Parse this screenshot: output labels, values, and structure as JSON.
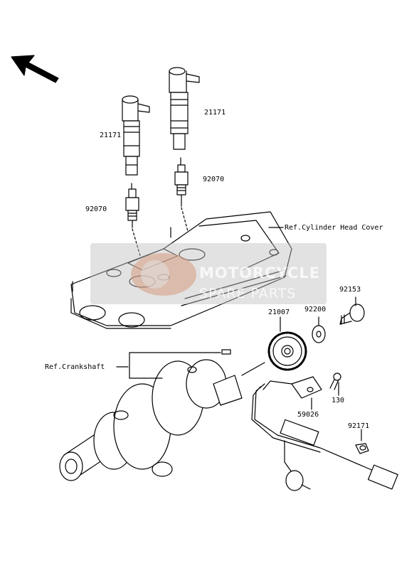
{
  "labels": {
    "coil_left": "21171",
    "coil_right": "21171",
    "plug_right": "92070",
    "plug_left": "92070",
    "ref_head_cover": "Ref.Cylinder Head Cover",
    "bolt": "92153",
    "timing_rotor": "21007",
    "washer": "92200",
    "ref_crankshaft": "Ref.Crankshaft",
    "sensor_bolt": "130",
    "pickup_coil": "59026",
    "clamp": "92171"
  },
  "watermark": {
    "line1": "MOTORCYCLE",
    "line2": "SPARE PARTS"
  },
  "icons": {
    "direction_arrow": "front-direction-arrow-icon",
    "watermark_logo": "msp-logo"
  },
  "colors": {
    "line": "#000000",
    "watermark_box": "#bebebe",
    "watermark_logo": "#e8804a"
  }
}
